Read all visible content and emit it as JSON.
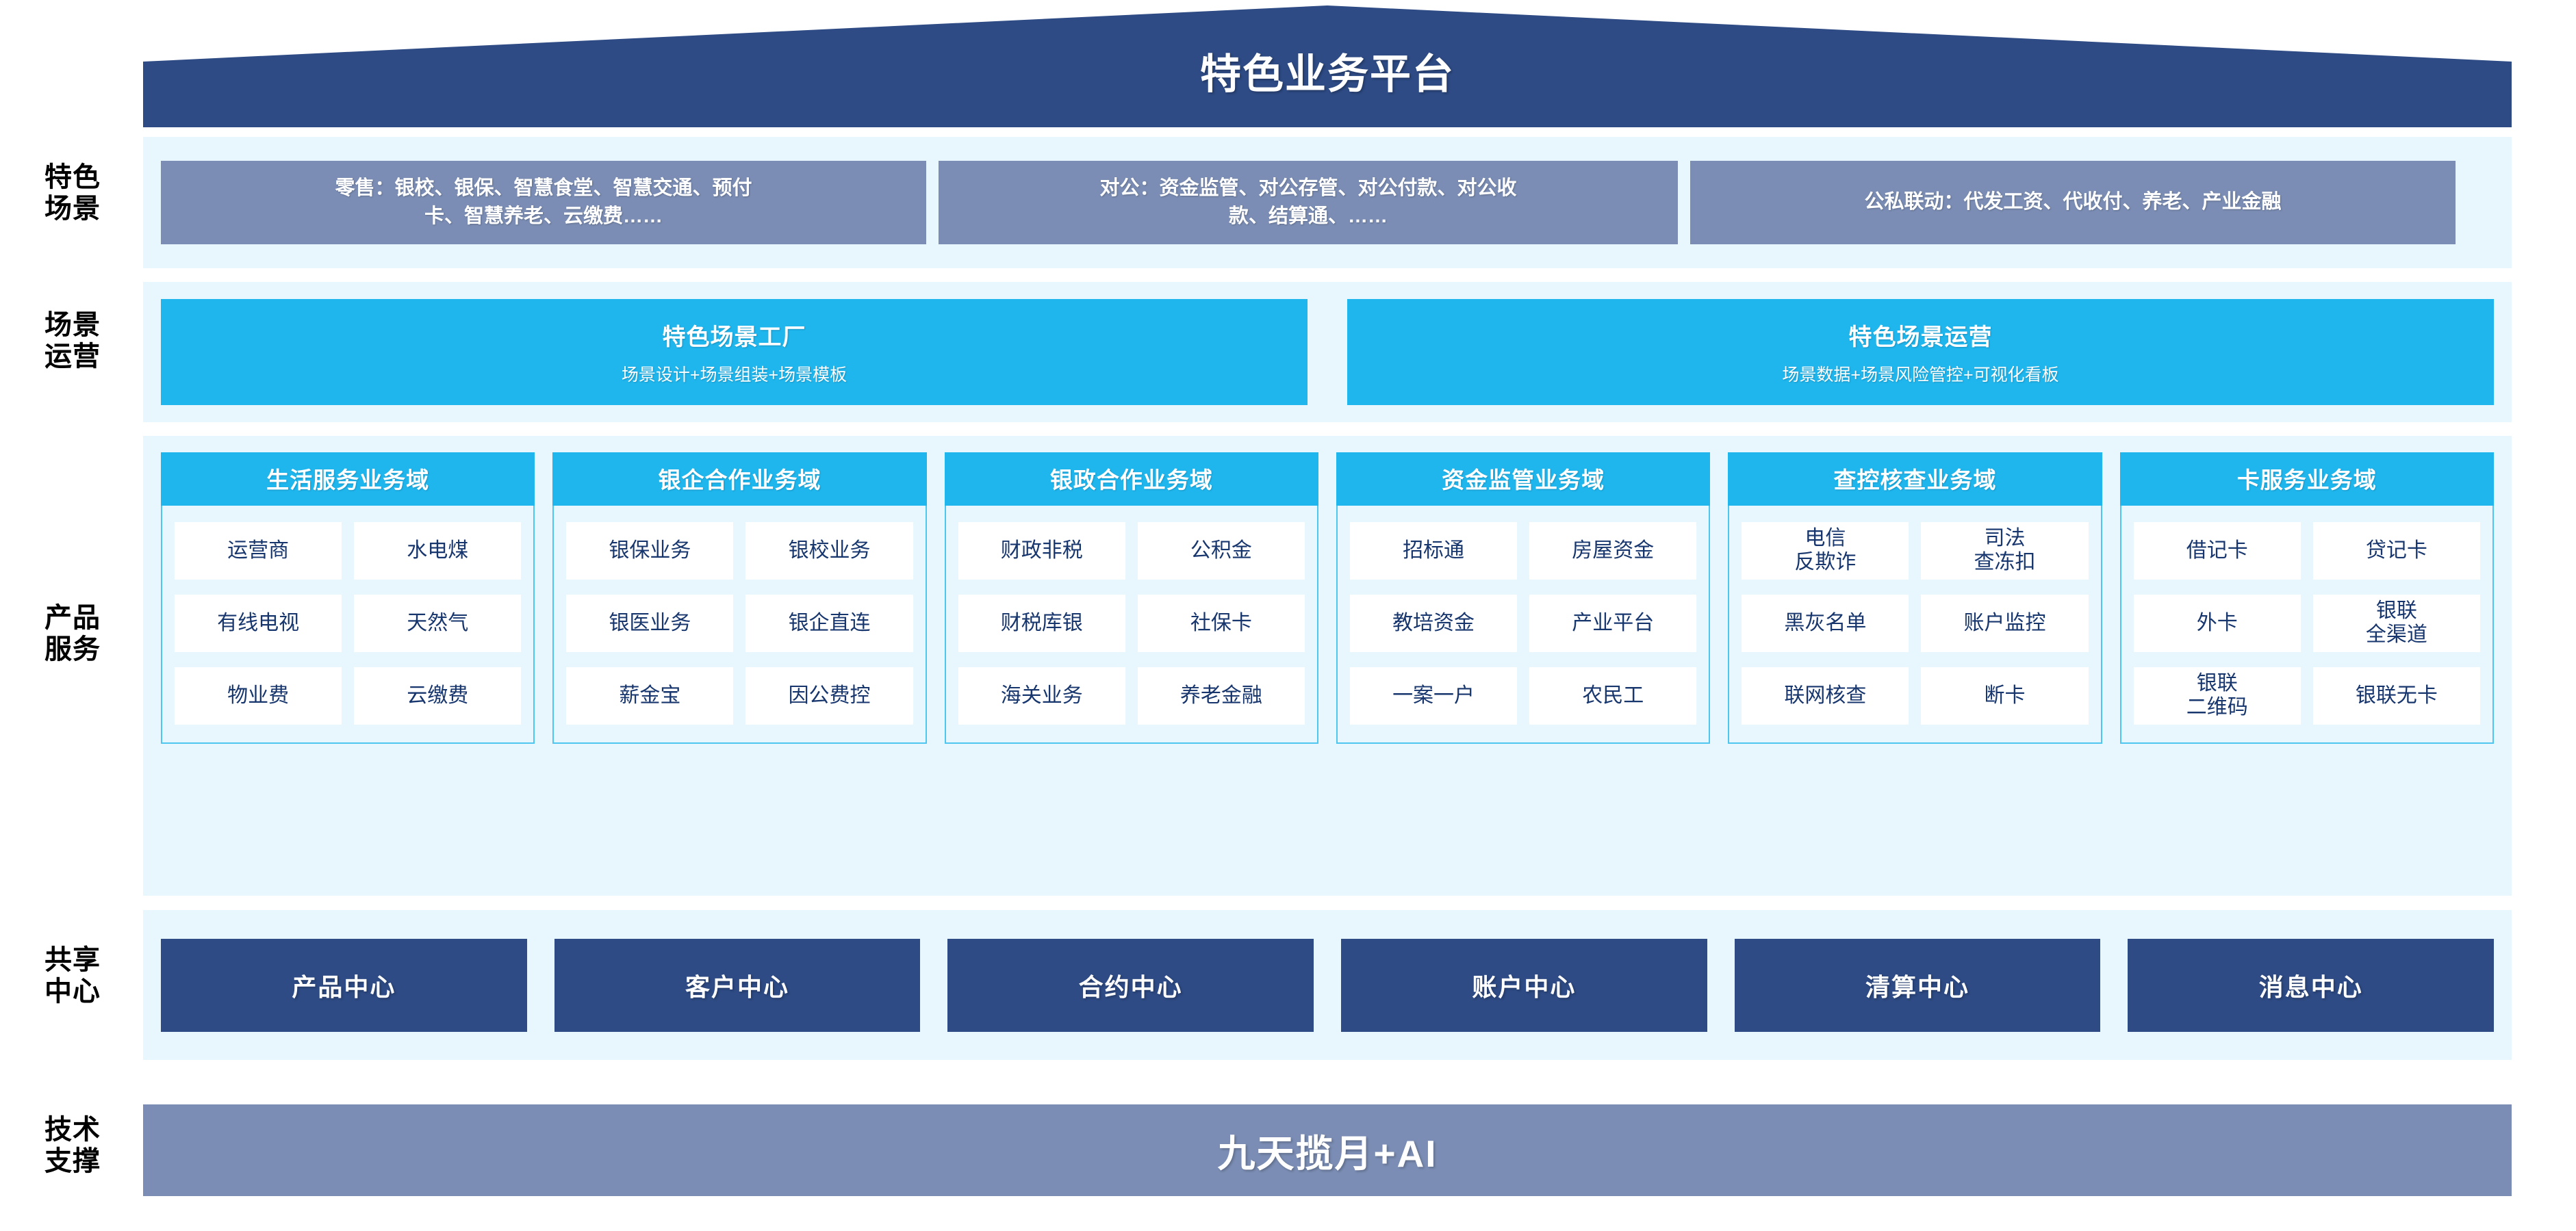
{
  "header": {
    "title": "特色业务平台"
  },
  "row_labels": [
    {
      "key": "scenarios",
      "line1": "特色",
      "line2": "场景"
    },
    {
      "key": "operations",
      "line1": "场景",
      "line2": "运营"
    },
    {
      "key": "products",
      "line1": "产品",
      "line2": "服务"
    },
    {
      "key": "shared_centers",
      "line1": "共享",
      "line2": "中心"
    },
    {
      "key": "tech_support",
      "line1": "技术",
      "line2": "支撑"
    }
  ],
  "scenarios": {
    "boxes": [
      {
        "name": "retail",
        "line1": "零售：银校、银保、智慧食堂、智慧交通、预付",
        "line2": "卡、智慧养老、云缴费……"
      },
      {
        "name": "corporate",
        "line1": "对公：资金监管、对公存管、对公付款、对公收",
        "line2": "款、结算通、……"
      },
      {
        "name": "public-private",
        "line1": "公私联动：代发工资、代收付、养老、产业金融",
        "line2": ""
      }
    ]
  },
  "operations": {
    "boxes": [
      {
        "name": "scene-factory",
        "title": "特色场景工厂",
        "subtitle": "场景设计+场景组装+场景模板"
      },
      {
        "name": "scene-operation",
        "title": "特色场景运营",
        "subtitle": "场景数据+场景风险管控+可视化看板"
      }
    ]
  },
  "products": {
    "columns": [
      {
        "name": "life-service",
        "title": "生活服务业务域",
        "items": [
          {
            "line1": "运营商",
            "line2": ""
          },
          {
            "line1": "水电煤",
            "line2": ""
          },
          {
            "line1": "有线电视",
            "line2": ""
          },
          {
            "line1": "天然气",
            "line2": ""
          },
          {
            "line1": "物业费",
            "line2": ""
          },
          {
            "line1": "云缴费",
            "line2": ""
          }
        ]
      },
      {
        "name": "bank-enterprise",
        "title": "银企合作业务域",
        "items": [
          {
            "line1": "银保业务",
            "line2": ""
          },
          {
            "line1": "银校业务",
            "line2": ""
          },
          {
            "line1": "银医业务",
            "line2": ""
          },
          {
            "line1": "银企直连",
            "line2": ""
          },
          {
            "line1": "薪金宝",
            "line2": ""
          },
          {
            "line1": "因公费控",
            "line2": ""
          }
        ]
      },
      {
        "name": "bank-government",
        "title": "银政合作业务域",
        "items": [
          {
            "line1": "财政非税",
            "line2": ""
          },
          {
            "line1": "公积金",
            "line2": ""
          },
          {
            "line1": "财税库银",
            "line2": ""
          },
          {
            "line1": "社保卡",
            "line2": ""
          },
          {
            "line1": "海关业务",
            "line2": ""
          },
          {
            "line1": "养老金融",
            "line2": ""
          }
        ]
      },
      {
        "name": "fund-supervision",
        "title": "资金监管业务域",
        "items": [
          {
            "line1": "招标通",
            "line2": ""
          },
          {
            "line1": "房屋资金",
            "line2": ""
          },
          {
            "line1": "教培资金",
            "line2": ""
          },
          {
            "line1": "产业平台",
            "line2": ""
          },
          {
            "line1": "一案一户",
            "line2": ""
          },
          {
            "line1": "农民工",
            "line2": ""
          }
        ]
      },
      {
        "name": "investigation-control",
        "title": "查控核查业务域",
        "items": [
          {
            "line1": "电信",
            "line2": "反欺诈"
          },
          {
            "line1": "司法",
            "line2": "查冻扣"
          },
          {
            "line1": "黑灰名单",
            "line2": ""
          },
          {
            "line1": "账户监控",
            "line2": ""
          },
          {
            "line1": "联网核查",
            "line2": ""
          },
          {
            "line1": "断卡",
            "line2": ""
          }
        ]
      },
      {
        "name": "card-service",
        "title": "卡服务业务域",
        "items": [
          {
            "line1": "借记卡",
            "line2": ""
          },
          {
            "line1": "贷记卡",
            "line2": ""
          },
          {
            "line1": "外卡",
            "line2": ""
          },
          {
            "line1": "银联",
            "line2": "全渠道"
          },
          {
            "line1": "银联",
            "line2": "二维码"
          },
          {
            "line1": "银联无卡",
            "line2": ""
          }
        ]
      }
    ]
  },
  "shared_centers": {
    "boxes": [
      {
        "name": "product-center",
        "label": "产品中心"
      },
      {
        "name": "customer-center",
        "label": "客户中心"
      },
      {
        "name": "contract-center",
        "label": "合约中心"
      },
      {
        "name": "account-center",
        "label": "账户中心"
      },
      {
        "name": "clearing-center",
        "label": "清算中心"
      },
      {
        "name": "message-center",
        "label": "消息中心"
      }
    ]
  },
  "tech_support": {
    "label": "九天揽月+AI"
  },
  "colors": {
    "roof_navy": "#2e4b85",
    "band_bg": "#e8f6fd",
    "scene_box": "#7b8db4",
    "cyan": "#1fb6ee",
    "cyan_border": "#4fc6f0",
    "chip_text": "#17366e",
    "share_box": "#2e4b85",
    "tech_bar": "#7b8db4"
  }
}
